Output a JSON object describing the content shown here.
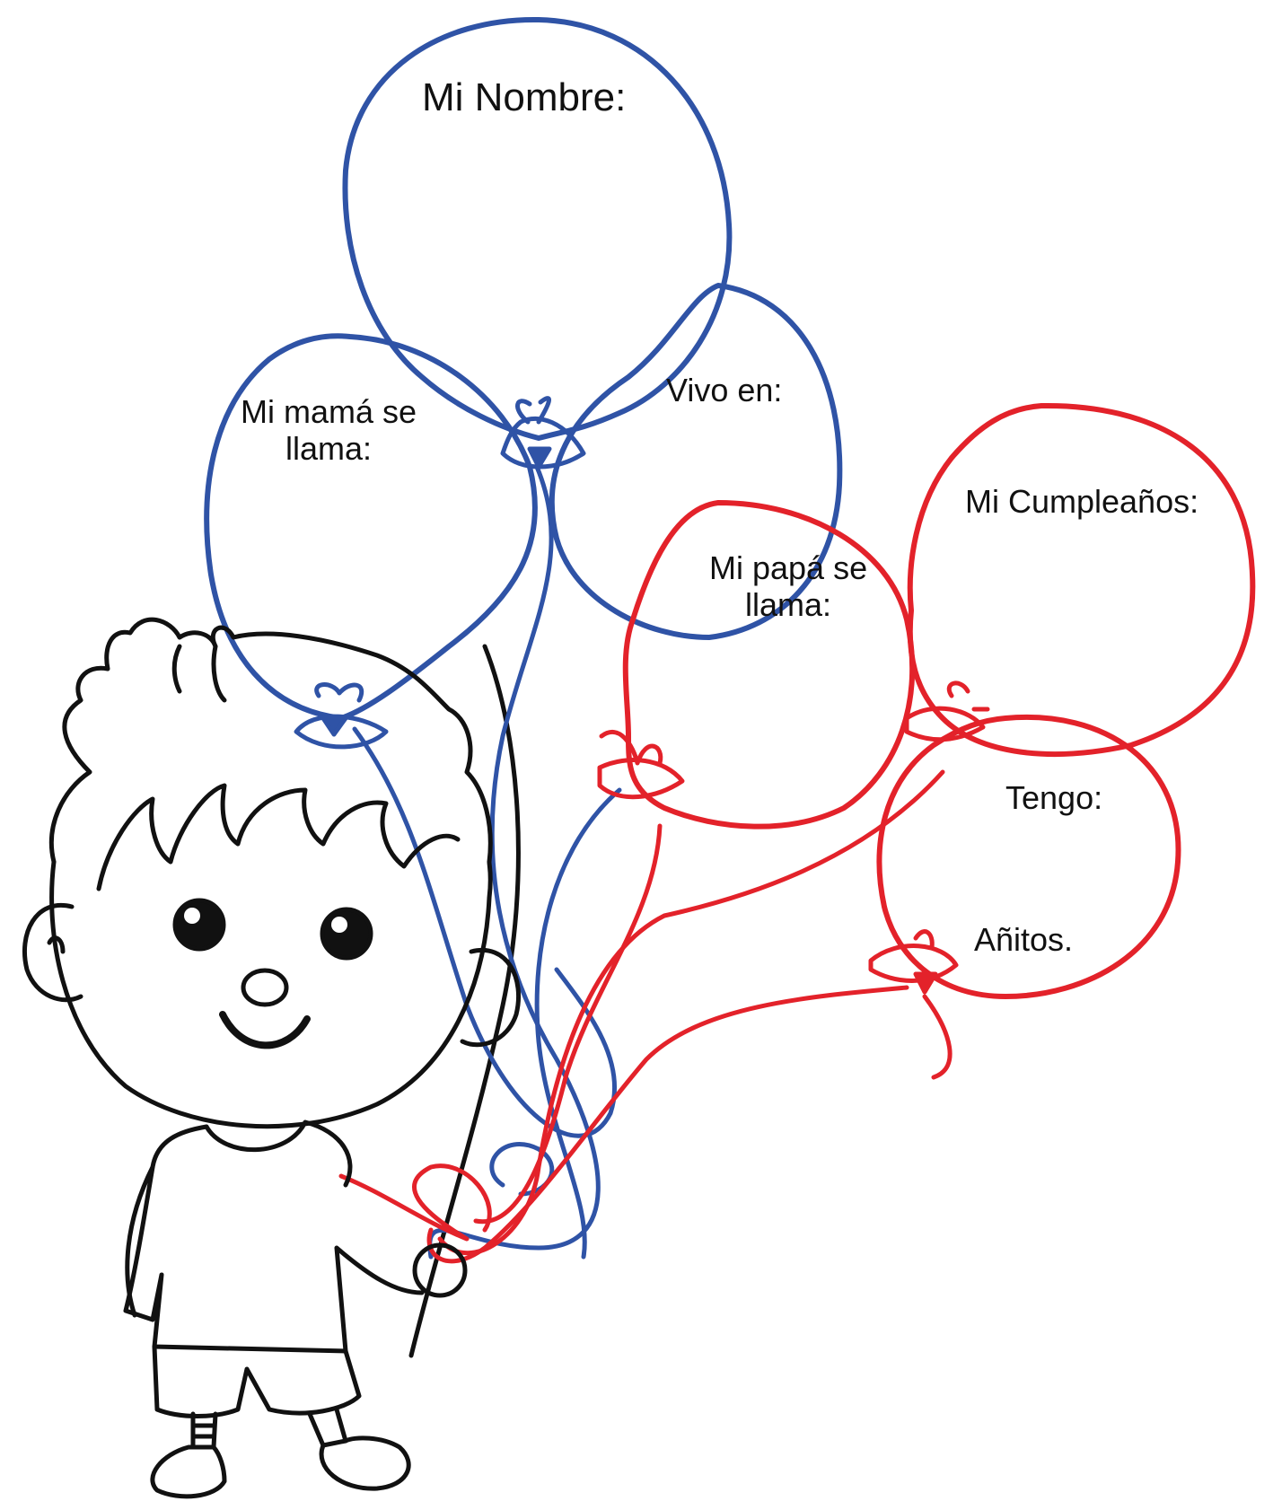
{
  "colors": {
    "blue": "#2f53a6",
    "red": "#e3222a",
    "ink": "#111111"
  },
  "balloons": {
    "name": {
      "label": "Mi Nombre:"
    },
    "mom": {
      "label_line1": "Mi mamá se",
      "label_line2": "llama:"
    },
    "lives": {
      "label": "Vivo en:"
    },
    "dad": {
      "label_line1": "Mi papá se",
      "label_line2": "llama:"
    },
    "birthday": {
      "label": "Mi Cumpleaños:"
    },
    "age": {
      "label": "Tengo:",
      "suffix": "Añitos."
    }
  },
  "illustration": {
    "figure": "boy-holding-balloons"
  }
}
